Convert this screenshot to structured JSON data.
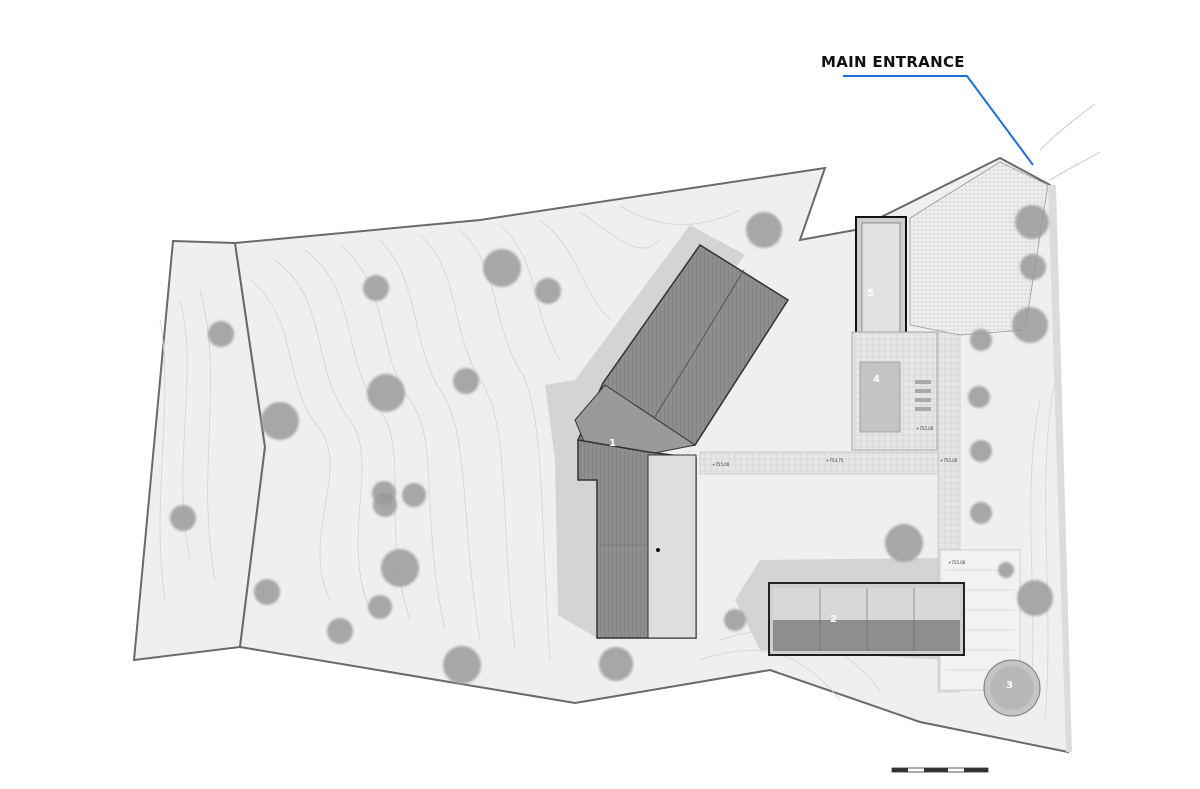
{
  "annotation": {
    "main_entrance": "MAIN ENTRANCE"
  },
  "buildings": [
    {
      "number": "1"
    },
    {
      "number": "2"
    },
    {
      "number": "3"
    },
    {
      "number": "4"
    },
    {
      "number": "5"
    }
  ],
  "level_markers": [
    "+755.00",
    "+754.75",
    "+755.00",
    "+755.00",
    "+755.00"
  ],
  "colors": {
    "entrance_leader": "#1a6fdc",
    "boundary": "#6a6a6a",
    "roof": "#8c8c8c",
    "tree": "#9a9a9a"
  }
}
